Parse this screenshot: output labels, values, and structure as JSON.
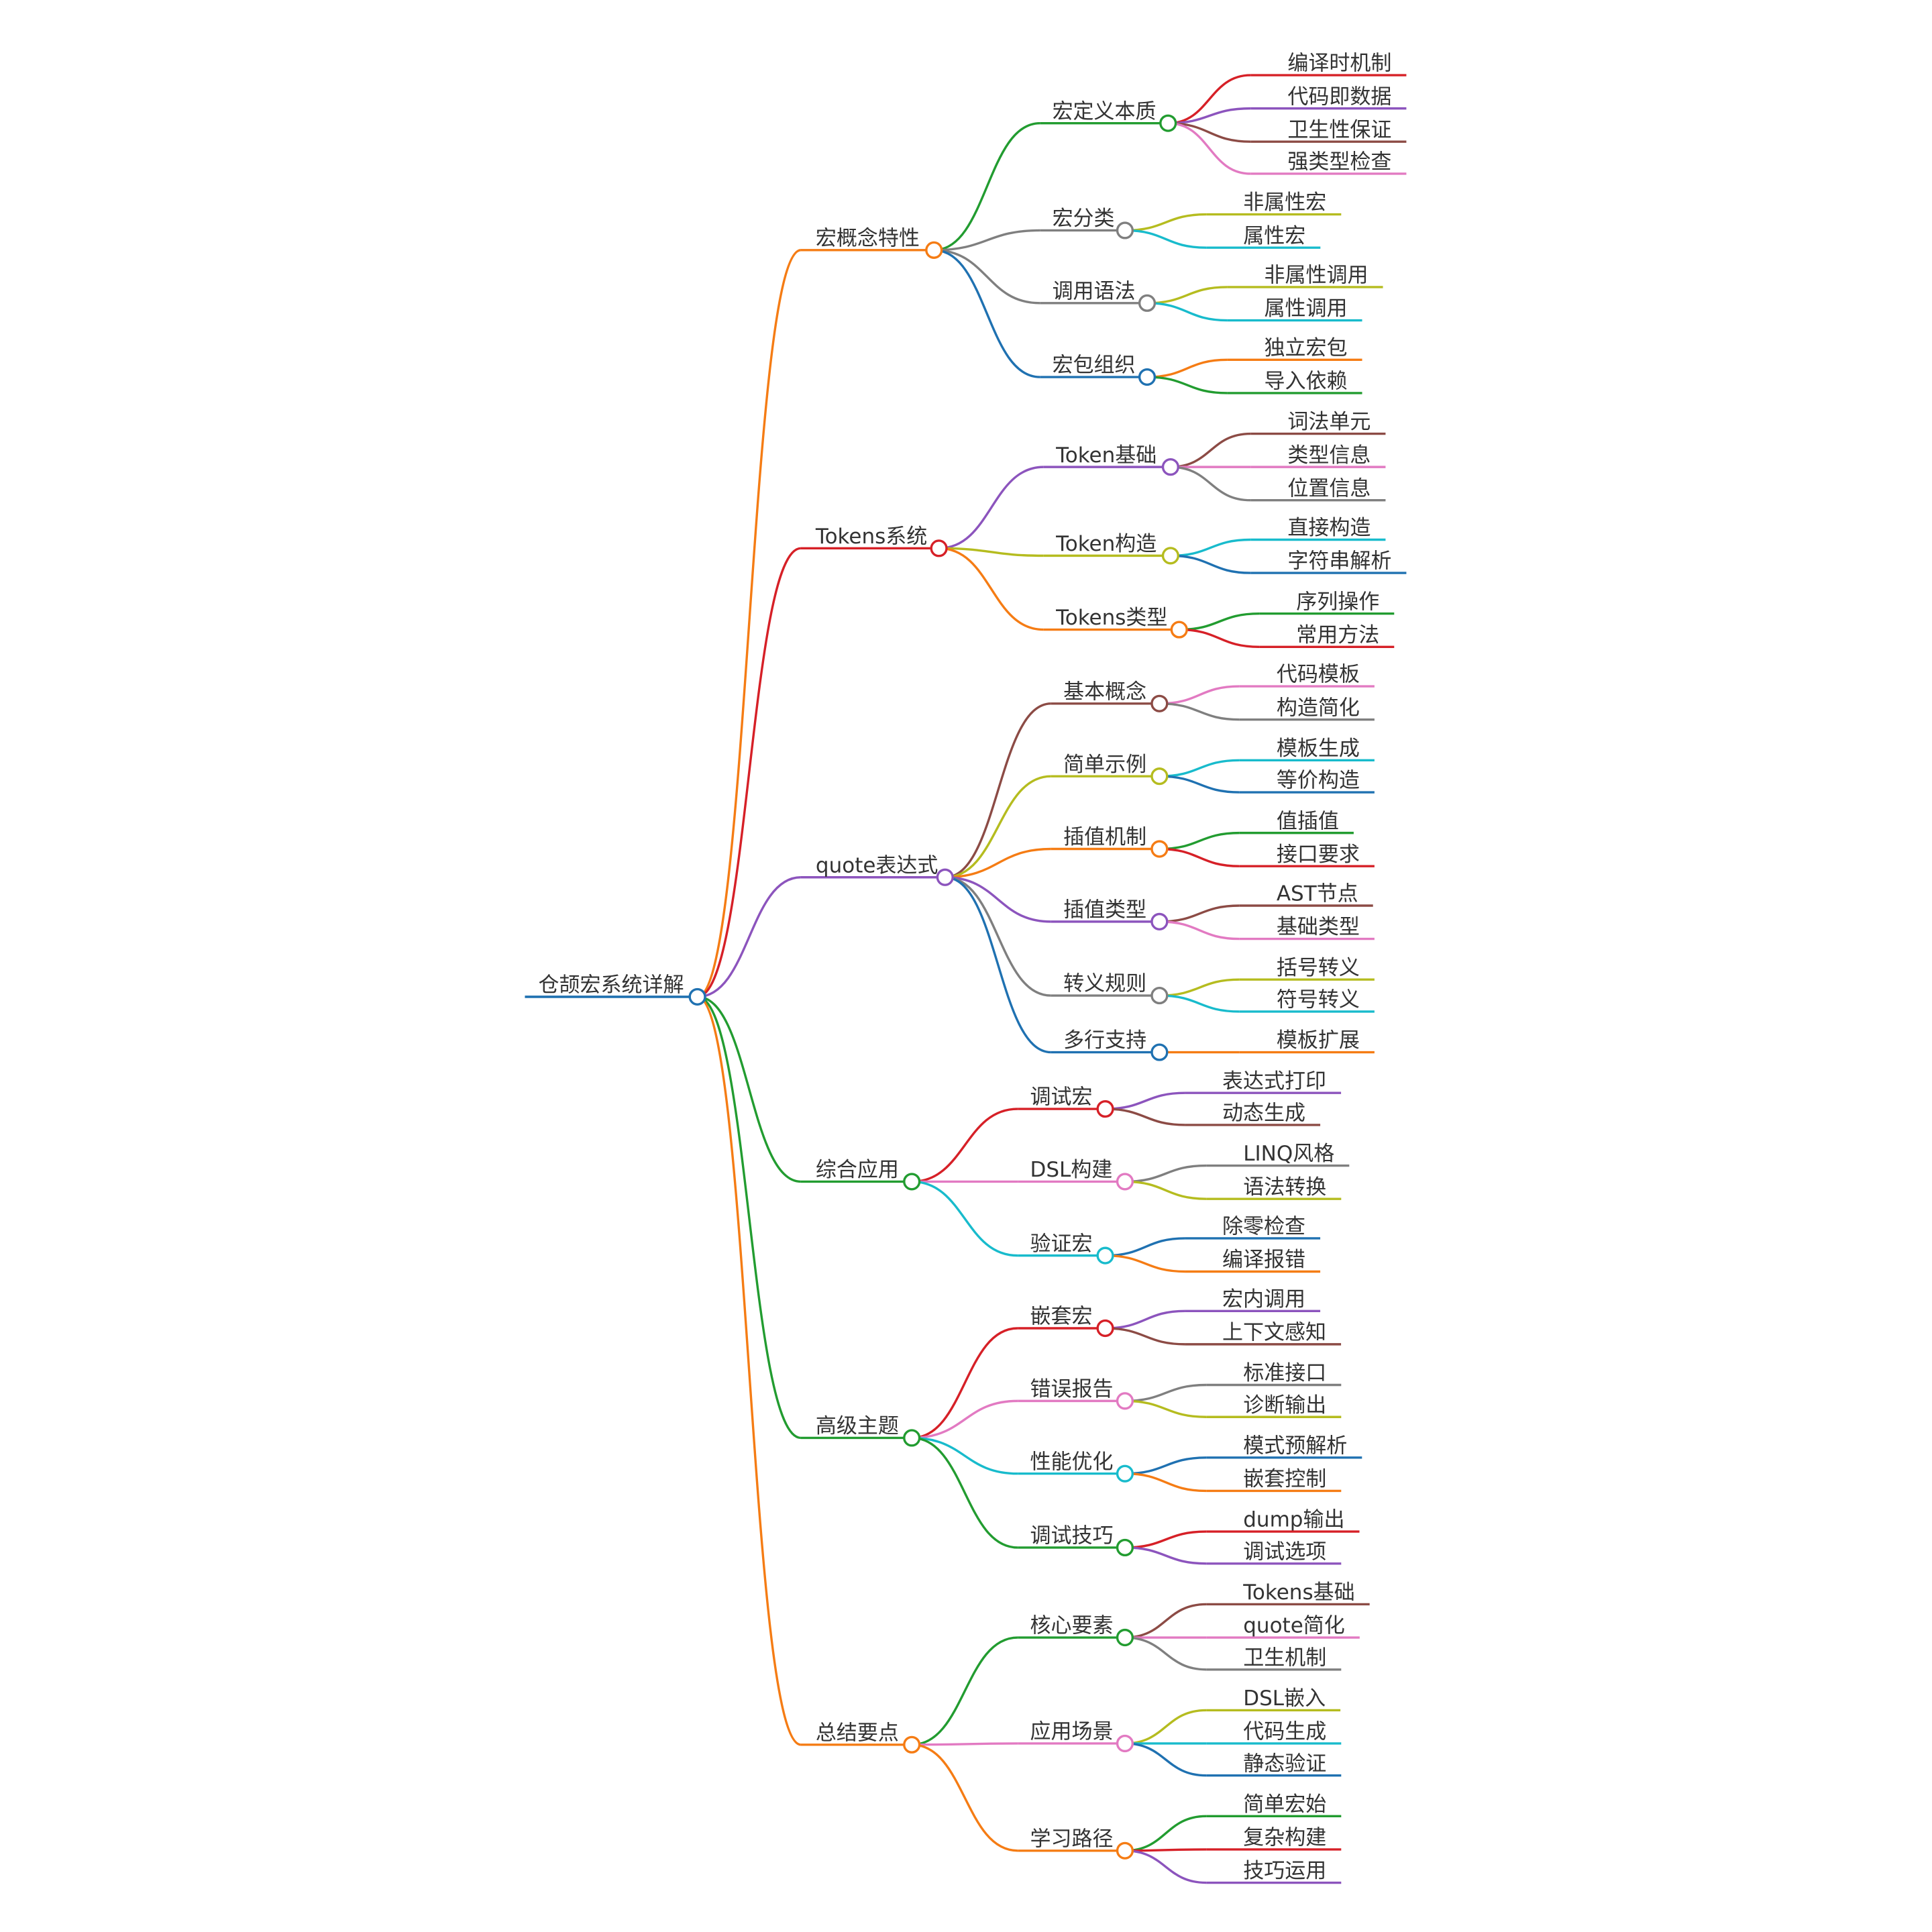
{
  "root": "仓颉宏系统详解",
  "palette": {
    "orange": "#f57c14",
    "red": "#d62027",
    "purple": "#8c54bd",
    "green": "#229c30",
    "brown": "#8c4b45",
    "pink": "#e27ac2",
    "gray": "#7f7f7f",
    "olive": "#b5bc1f",
    "cyan": "#18bbcc",
    "blue": "#1f71b1"
  },
  "branches": [
    {
      "label": "宏概念特性",
      "color": "orange",
      "children": [
        {
          "label": "宏定义本质",
          "color": "green",
          "leaves": [
            {
              "label": "编译时机制",
              "color": "red"
            },
            {
              "label": "代码即数据",
              "color": "purple"
            },
            {
              "label": "卫生性保证",
              "color": "brown"
            },
            {
              "label": "强类型检查",
              "color": "pink"
            }
          ]
        },
        {
          "label": "宏分类",
          "color": "gray",
          "leaves": [
            {
              "label": "非属性宏",
              "color": "olive"
            },
            {
              "label": "属性宏",
              "color": "cyan"
            }
          ]
        },
        {
          "label": "调用语法",
          "color": "gray",
          "leaves": [
            {
              "label": "非属性调用",
              "color": "olive"
            },
            {
              "label": "属性调用",
              "color": "cyan"
            }
          ]
        },
        {
          "label": "宏包组织",
          "color": "blue",
          "leaves": [
            {
              "label": "独立宏包",
              "color": "orange"
            },
            {
              "label": "导入依赖",
              "color": "green"
            }
          ]
        }
      ]
    },
    {
      "label": "Tokens系统",
      "color": "red",
      "children": [
        {
          "label": "Token基础",
          "color": "purple",
          "leaves": [
            {
              "label": "词法单元",
              "color": "brown"
            },
            {
              "label": "类型信息",
              "color": "pink"
            },
            {
              "label": "位置信息",
              "color": "gray"
            }
          ]
        },
        {
          "label": "Token构造",
          "color": "olive",
          "leaves": [
            {
              "label": "直接构造",
              "color": "cyan"
            },
            {
              "label": "字符串解析",
              "color": "blue"
            }
          ]
        },
        {
          "label": "Tokens类型",
          "color": "orange",
          "leaves": [
            {
              "label": "序列操作",
              "color": "green"
            },
            {
              "label": "常用方法",
              "color": "red"
            }
          ]
        }
      ]
    },
    {
      "label": "quote表达式",
      "color": "purple",
      "children": [
        {
          "label": "基本概念",
          "color": "brown",
          "leaves": [
            {
              "label": "代码模板",
              "color": "pink"
            },
            {
              "label": "构造简化",
              "color": "gray"
            }
          ]
        },
        {
          "label": "简单示例",
          "color": "olive",
          "leaves": [
            {
              "label": "模板生成",
              "color": "cyan"
            },
            {
              "label": "等价构造",
              "color": "blue"
            }
          ]
        },
        {
          "label": "插值机制",
          "color": "orange",
          "leaves": [
            {
              "label": "值插值",
              "color": "green"
            },
            {
              "label": "接口要求",
              "color": "red"
            }
          ]
        },
        {
          "label": "插值类型",
          "color": "purple",
          "leaves": [
            {
              "label": "AST节点",
              "color": "brown"
            },
            {
              "label": "基础类型",
              "color": "pink"
            }
          ]
        },
        {
          "label": "转义规则",
          "color": "gray",
          "leaves": [
            {
              "label": "括号转义",
              "color": "olive"
            },
            {
              "label": "符号转义",
              "color": "cyan"
            }
          ]
        },
        {
          "label": "多行支持",
          "color": "blue",
          "leaves": [
            {
              "label": "模板扩展",
              "color": "orange"
            }
          ]
        }
      ]
    },
    {
      "label": "综合应用",
      "color": "green",
      "children": [
        {
          "label": "调试宏",
          "color": "red",
          "leaves": [
            {
              "label": "表达式打印",
              "color": "purple"
            },
            {
              "label": "动态生成",
              "color": "brown"
            }
          ]
        },
        {
          "label": "DSL构建",
          "color": "pink",
          "leaves": [
            {
              "label": "LINQ风格",
              "color": "gray"
            },
            {
              "label": "语法转换",
              "color": "olive"
            }
          ]
        },
        {
          "label": "验证宏",
          "color": "cyan",
          "leaves": [
            {
              "label": "除零检查",
              "color": "blue"
            },
            {
              "label": "编译报错",
              "color": "orange"
            }
          ]
        }
      ]
    },
    {
      "label": "高级主题",
      "color": "green",
      "children": [
        {
          "label": "嵌套宏",
          "color": "red",
          "leaves": [
            {
              "label": "宏内调用",
              "color": "purple"
            },
            {
              "label": "上下文感知",
              "color": "brown"
            }
          ]
        },
        {
          "label": "错误报告",
          "color": "pink",
          "leaves": [
            {
              "label": "标准接口",
              "color": "gray"
            },
            {
              "label": "诊断输出",
              "color": "olive"
            }
          ]
        },
        {
          "label": "性能优化",
          "color": "cyan",
          "leaves": [
            {
              "label": "模式预解析",
              "color": "blue"
            },
            {
              "label": "嵌套控制",
              "color": "orange"
            }
          ]
        },
        {
          "label": "调试技巧",
          "color": "green",
          "leaves": [
            {
              "label": "dump输出",
              "color": "red"
            },
            {
              "label": "调试选项",
              "color": "purple"
            }
          ]
        }
      ]
    },
    {
      "label": "总结要点",
      "color": "orange",
      "children": [
        {
          "label": "核心要素",
          "color": "green",
          "leaves": [
            {
              "label": "Tokens基础",
              "color": "brown"
            },
            {
              "label": "quote简化",
              "color": "pink"
            },
            {
              "label": "卫生机制",
              "color": "gray"
            }
          ]
        },
        {
          "label": "应用场景",
          "color": "pink",
          "leaves": [
            {
              "label": "DSL嵌入",
              "color": "olive"
            },
            {
              "label": "代码生成",
              "color": "cyan"
            },
            {
              "label": "静态验证",
              "color": "blue"
            }
          ]
        },
        {
          "label": "学习路径",
          "color": "orange",
          "leaves": [
            {
              "label": "简单宏始",
              "color": "green"
            },
            {
              "label": "复杂构建",
              "color": "red"
            },
            {
              "label": "技巧运用",
              "color": "purple"
            }
          ]
        }
      ]
    }
  ]
}
